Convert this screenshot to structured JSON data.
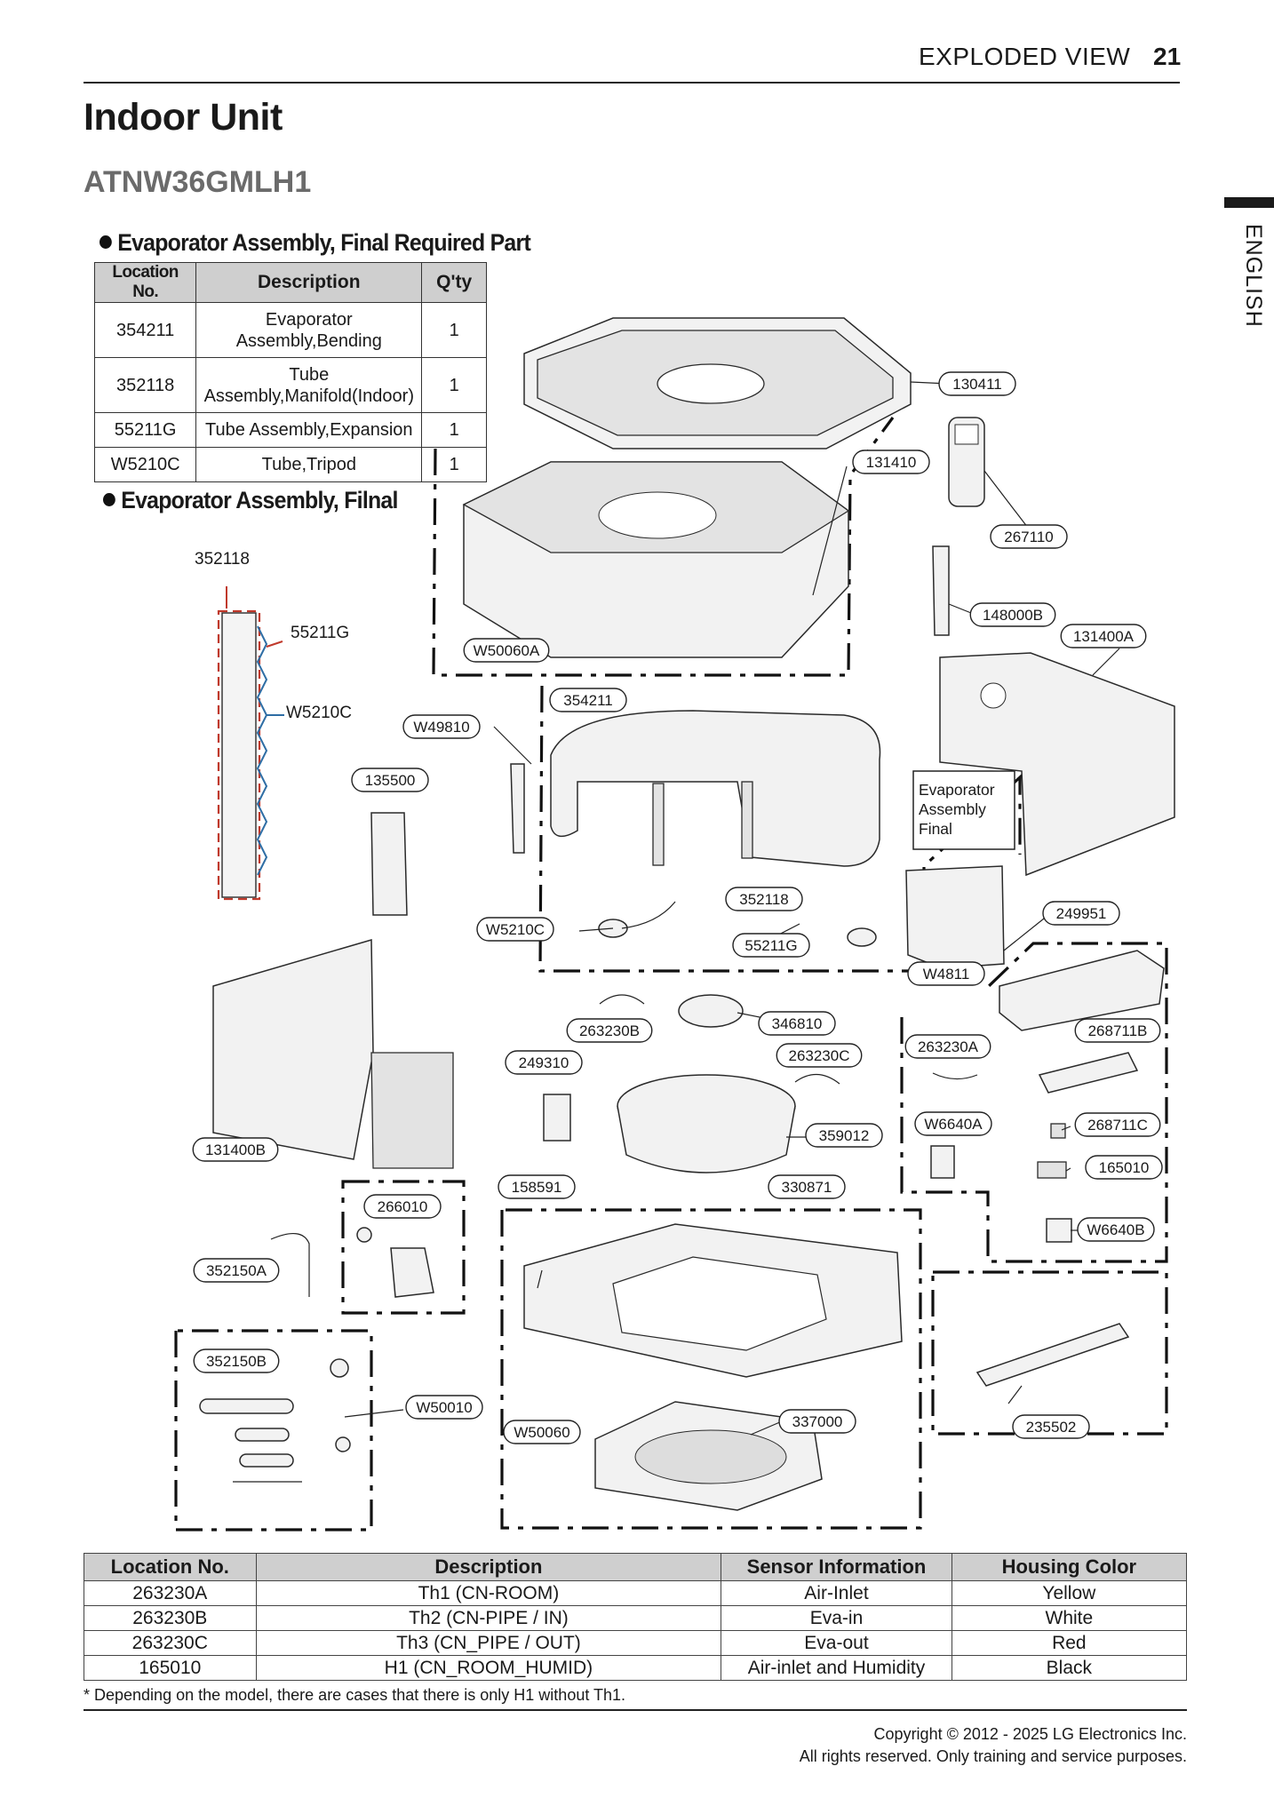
{
  "header": {
    "section": "EXPLODED VIEW",
    "page": "21"
  },
  "title": "Indoor Unit",
  "model": "ATNW36GMLH1",
  "language_tab": "ENGLISH",
  "required_parts": {
    "title": "Evaporator Assembly, Final Required Part",
    "columns": [
      "Location No.",
      "Description",
      "Q'ty"
    ],
    "rows": [
      {
        "loc": "354211",
        "desc_l1": "Evaporator",
        "desc_l2": "Assembly,Bending",
        "qty": "1"
      },
      {
        "loc": "352118",
        "desc_l1": "Tube",
        "desc_l2": "Assembly,Manifold(Indoor)",
        "qty": "1"
      },
      {
        "loc": "55211G",
        "desc_l1": "Tube Assembly,Expansion",
        "desc_l2": "",
        "qty": "1"
      },
      {
        "loc": "W5210C",
        "desc_l1": "Tube,Tripod",
        "desc_l2": "",
        "qty": "1"
      }
    ]
  },
  "evap_final_title": "Evaporator Assembly, Filnal",
  "diagram": {
    "detail_labels": [
      "352118",
      "55211G",
      "W5210C"
    ],
    "evap_box": {
      "line1": "Evaporator",
      "line2": "Assembly",
      "line3": "Final"
    },
    "part_labels": [
      "130411",
      "131410",
      "267110",
      "148000B",
      "131400A",
      "W50060A",
      "354211",
      "W49810",
      "135500",
      "352118",
      "W5210C",
      "55211G",
      "249951",
      "W4811",
      "263230B",
      "346810",
      "268711B",
      "263230A",
      "263230C",
      "249310",
      "359012",
      "W6640A",
      "268711C",
      "131400B",
      "165010",
      "158591",
      "330871",
      "266010",
      "W6640B",
      "352150A",
      "352150B",
      "W50010",
      "W50060",
      "337000",
      "235502"
    ]
  },
  "sensor_table": {
    "columns": [
      "Location No.",
      "Description",
      "Sensor Information",
      "Housing Color"
    ],
    "rows": [
      [
        "263230A",
        "Th1 (CN-ROOM)",
        "Air-Inlet",
        "Yellow"
      ],
      [
        "263230B",
        "Th2 (CN-PIPE / IN)",
        "Eva-in",
        "White"
      ],
      [
        "263230C",
        "Th3 (CN_PIPE / OUT)",
        "Eva-out",
        "Red"
      ],
      [
        "165010",
        "H1 (CN_ROOM_HUMID)",
        "Air-inlet and Humidity",
        "Black"
      ]
    ]
  },
  "note": "* Depending on the model, there are cases that there is only H1 without Th1.",
  "copyright": {
    "line1": "Copyright © 2012 - 2025 LG Electronics Inc.",
    "line2": "All rights reserved. Only training and service purposes."
  }
}
